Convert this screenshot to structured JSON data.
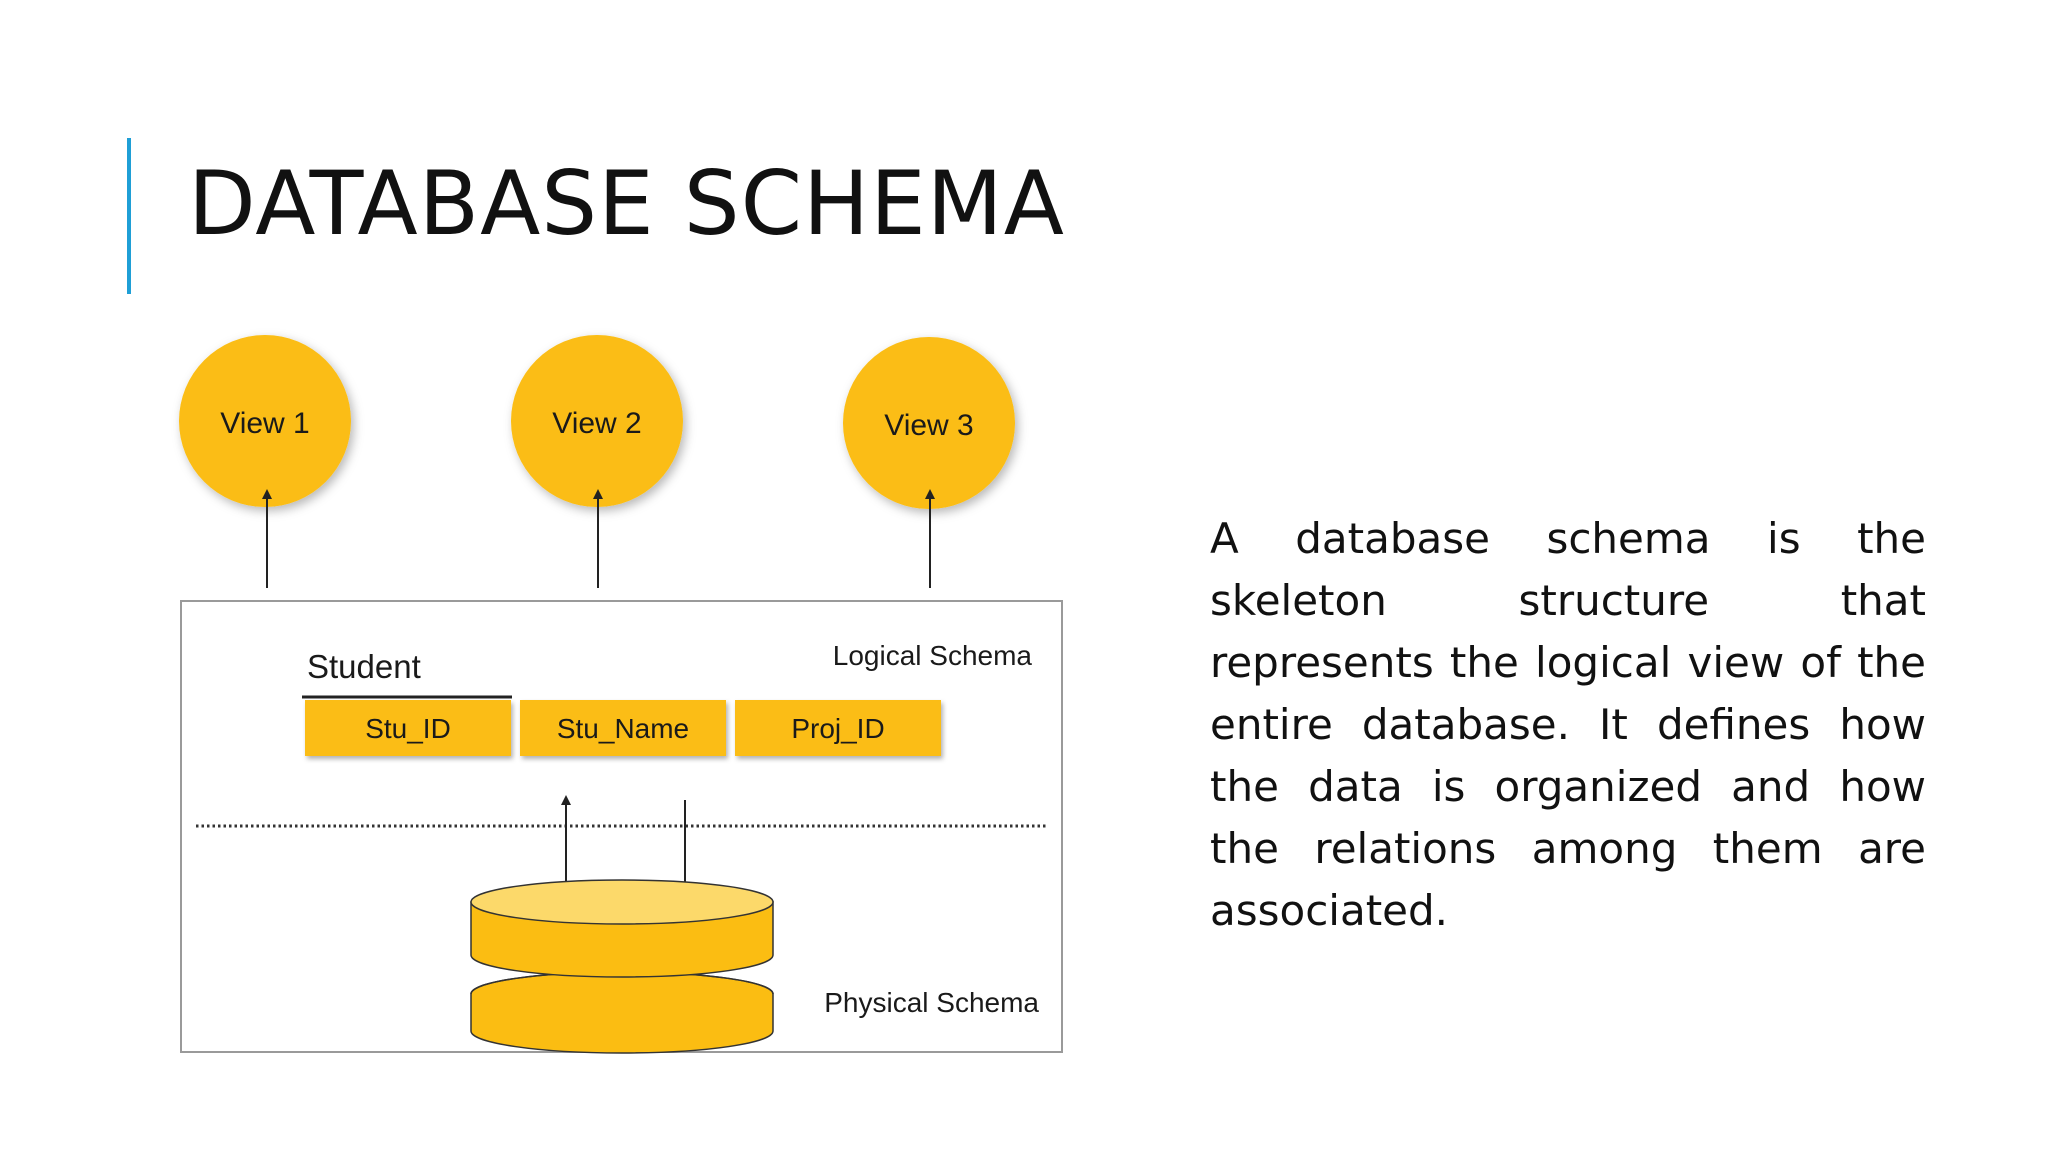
{
  "slide": {
    "title": "DATABASE SCHEMA",
    "description": "A database schema is the skeleton structure that represents the logical view of the entire database. It defines how the data is organized and how the relations among them are associated."
  },
  "diagram": {
    "views": [
      "View 1",
      "View 2",
      "View 3"
    ],
    "logical_schema_label": "Logical Schema",
    "physical_schema_label": "Physical Schema",
    "table": {
      "name": "Student",
      "columns": [
        "Stu_ID",
        "Stu_Name",
        "Proj_ID"
      ]
    }
  },
  "colors": {
    "accent": "#1f9fd6",
    "view_fill": "#fbbd12",
    "column_fill": "#fbbd12",
    "cylinder_fill": "#fbbd12",
    "cylinder_top": "#fcd96a"
  }
}
